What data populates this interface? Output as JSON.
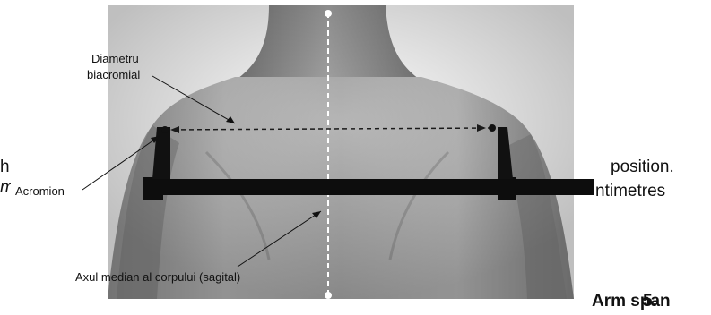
{
  "background_text": {
    "left_fragment_1": "h",
    "left_fragment_2": "m",
    "right_fragment_1": "position.",
    "right_fragment_2": "ntimetres",
    "section_heading": "Arm span",
    "section_number": "5."
  },
  "figure": {
    "labels": {
      "diametru_line1": "Diametru",
      "diametru_line2": "biacromial",
      "acromion": "Acromion",
      "axis": "Axul median al corpului (sagital)"
    }
  },
  "colors": {
    "caliper": "#0d0d0d",
    "skin_light": "#b8b8b8",
    "skin_dark": "#6f6f6f",
    "dashed_line": "#1a1a1a",
    "midline": "#ffffff"
  }
}
